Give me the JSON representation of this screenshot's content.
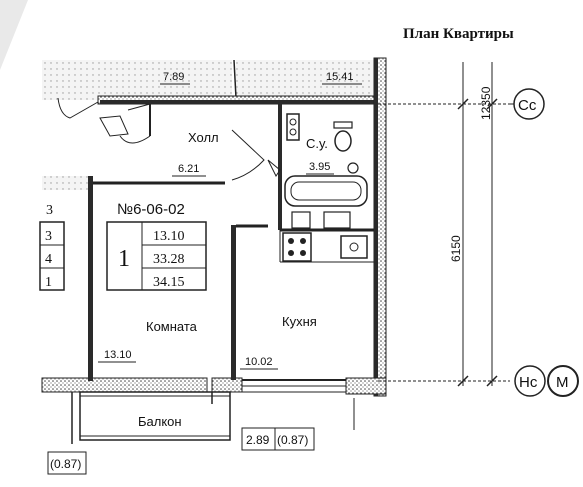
{
  "title": "План Квартиры",
  "apartment": {
    "number": "№6-06-02",
    "rooms_count": "1",
    "areas": [
      "13.10",
      "33.28",
      "34.15"
    ]
  },
  "neighbor_fragment": {
    "label": "3",
    "values": [
      "3",
      "4",
      "1"
    ]
  },
  "rooms": {
    "hall_label": "Холл",
    "hall_area": "6.21",
    "bath_label": "С.у.",
    "bath_area": "3.95",
    "living_label": "Комната",
    "living_area": "13.10",
    "kitchen_label": "Кухня",
    "kitchen_area": "10.02",
    "balcony_label": "Балкон",
    "balcony_area": "2.89",
    "balcony_area_coef": "(0.87)",
    "left_balcony_coef": "(0.87)",
    "top_left_area": "7.89",
    "top_right_area": "15.41"
  },
  "dimensions": {
    "upper": "12350",
    "main": "6150"
  },
  "axes": {
    "top": "Cc",
    "bottom_left": "Нс",
    "bottom_right": "M"
  }
}
